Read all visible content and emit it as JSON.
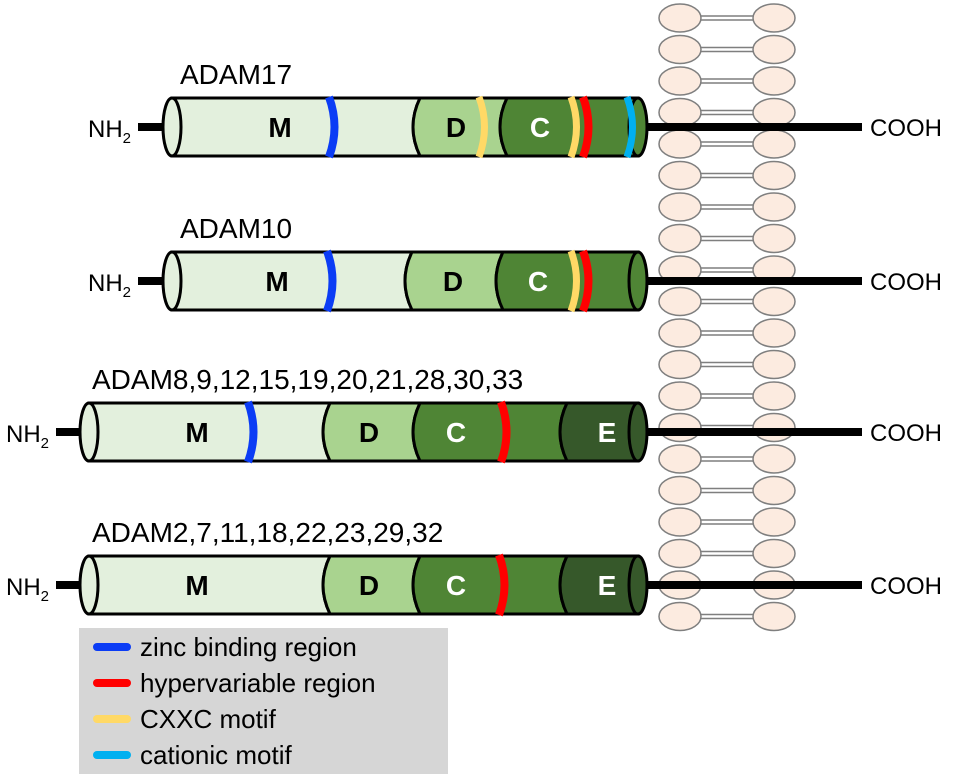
{
  "colors": {
    "M": "#e3f0dd",
    "D": "#a9d38f",
    "C": "#4f8535",
    "E": "#36582a",
    "zinc": "#0b3cf5",
    "hypervariable": "#ff0000",
    "cxxc": "#ffd966",
    "cationic": "#00b0f0",
    "lipid_head": "#fcebe0",
    "lipid_stroke": "#7f7f7f",
    "line": "#000000"
  },
  "nh2": {
    "main": "NH",
    "sub": "2"
  },
  "cooh": "COOH",
  "proteins": [
    {
      "label": "ADAM17",
      "domains": [
        "M",
        "D",
        "C"
      ]
    },
    {
      "label": "ADAM10",
      "domains": [
        "M",
        "D",
        "C"
      ]
    },
    {
      "label": "ADAM8,9,12,15,19,20,21,28,30,33",
      "domains": [
        "M",
        "D",
        "C",
        "E"
      ]
    },
    {
      "label": "ADAM2,7,11,18,22,23,29,32",
      "domains": [
        "M",
        "D",
        "C",
        "E"
      ]
    }
  ],
  "legend": [
    {
      "color_key": "zinc",
      "label": "zinc binding region"
    },
    {
      "color_key": "hypervariable",
      "label": "hypervariable region"
    },
    {
      "color_key": "cxxc",
      "label": "CXXC motif"
    },
    {
      "color_key": "cationic",
      "label": "cationic motif"
    }
  ]
}
